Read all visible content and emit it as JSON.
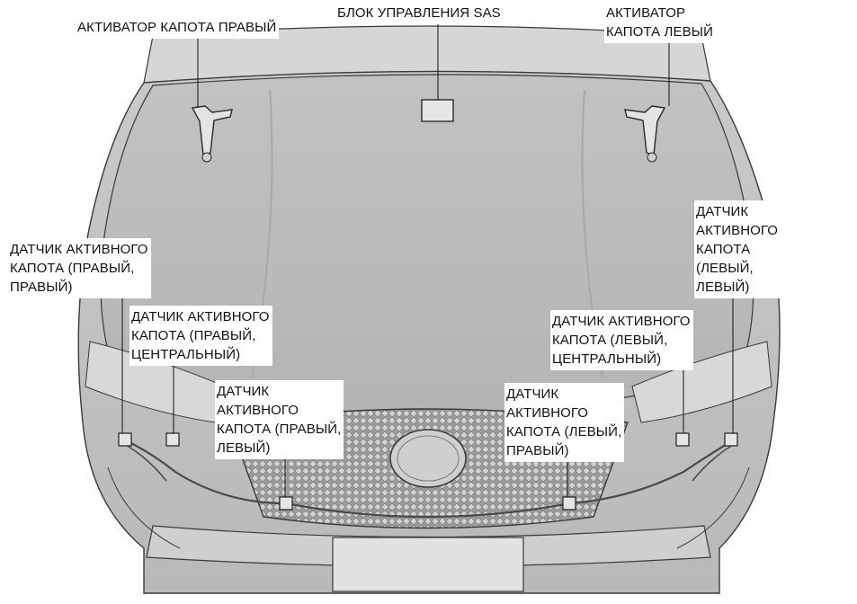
{
  "labels": {
    "actuator_right": "АКТИВАТОР КАПОТА ПРАВЫЙ",
    "sas_unit": "БЛОК УПРАВЛЕНИЯ SAS",
    "actuator_left": "АКТИВАТОР\nКАПОТА ЛЕВЫЙ",
    "sensor_right_right": "ДАТЧИК АКТИВНОГО\nКАПОТА (ПРАВЫЙ,\nПРАВЫЙ)",
    "sensor_right_center": "ДАТЧИК АКТИВНОГО\nКАПОТА (ПРАВЫЙ,\nЦЕНТРАЛЬНЫЙ)",
    "sensor_right_left": "ДАТЧИК\nАКТИВНОГО\nКАПОТА (ПРАВЫЙ,\nЛЕВЫЙ)",
    "sensor_left_left": "ДАТЧИК\nАКТИВНОГО\nКАПОТА\n(ЛЕВЫЙ,\nЛЕВЫЙ)",
    "sensor_left_center": "ДАТЧИК АКТИВНОГО\nКАПОТА (ЛЕВЫЙ,\nЦЕНТРАЛЬНЫЙ)",
    "sensor_left_right": "ДАТЧИК\nАКТИВНОГО\nКАПОТА (ЛЕВЫЙ,\nПРАВЫЙ)"
  },
  "colors": {
    "body": "#c4c4c4",
    "hood": "#bdbdbd",
    "line": "#3a3a3a",
    "grille": "#8a8a8a"
  }
}
